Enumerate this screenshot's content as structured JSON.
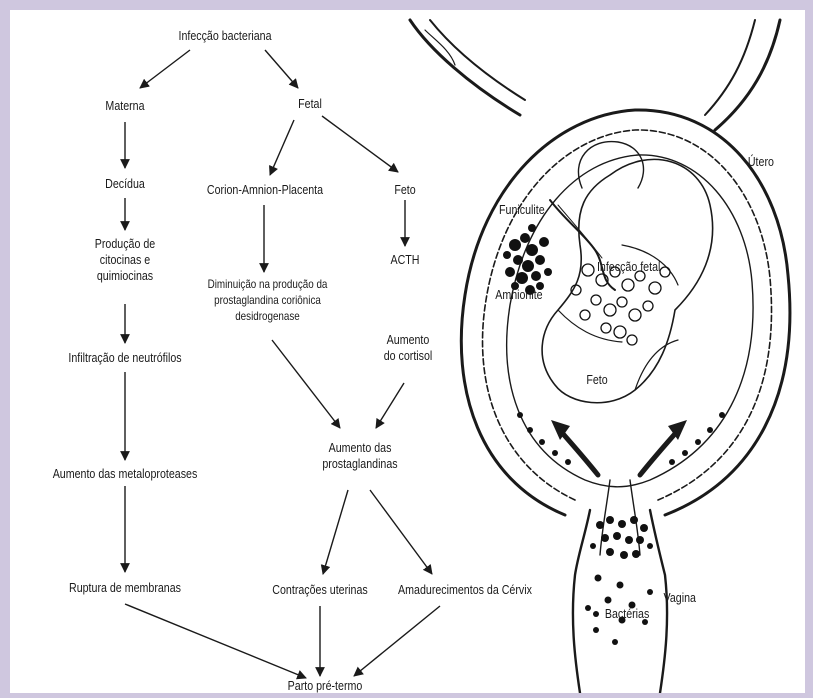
{
  "colors": {
    "border": "#cfc7df",
    "background": "#ffffff",
    "ink": "#1a1a1a"
  },
  "flowchart": {
    "root": "Infecção bacteriana",
    "maternal": {
      "label": "Materna",
      "steps": [
        "Decídua",
        "Produção de\ncitocinas e\nquimiocinas",
        "Infiltração de neutrófilos",
        "Aumento das metaloproteases",
        "Ruptura de membranas"
      ]
    },
    "fetal": {
      "label": "Fetal",
      "chorion": "Corion-Amnion-Placenta",
      "chorion_effect": "Diminuição na produção da\nprostaglandina coriônica\ndesidrogenase",
      "fetus": "Feto",
      "acth": "ACTH",
      "cortisol": "Aumento\ndo cortisol"
    },
    "prostaglandins": "Aumento das\nprostaglandinas",
    "contractions": "Contrações uterinas",
    "cervix": "Amadurecimentos da Cérvix",
    "outcome": "Parto pré-termo"
  },
  "illustration": {
    "uterus": "Útero",
    "funisitis": "Funiculite",
    "amnionitis": "Amnionite",
    "fetal_infection": "Infecção fetal",
    "fetus": "Feto",
    "vagina": "Vagina",
    "bacteria": "Bactérias"
  }
}
